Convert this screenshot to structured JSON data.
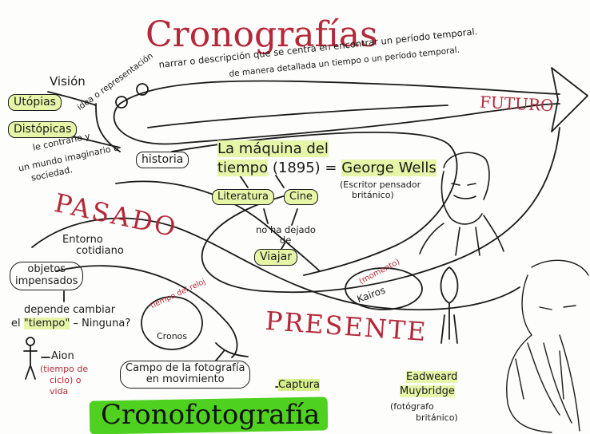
{
  "title": "Cronografías",
  "definition_line1": "narrar o descripción que se centra en encontrar un período temporal.",
  "definition_line2": "de manera detallada un tiempo o un período temporal.",
  "vision": "Visión",
  "idea_representacion": "idea o representación",
  "utopias": "Utópias",
  "distopicas": "Distópicas",
  "contrario_line1": "le contrario y",
  "contrario_line2": "un mundo imaginario o",
  "contrario_line3": "sociedad.",
  "historia": "historia",
  "futuro": "FUTURO",
  "pasado": "PASADO",
  "presente": "PRESENTE",
  "maquina_line1": "La máquina del",
  "maquina_line2": "tiempo",
  "maquina_year": "(1895) =",
  "george_wells": "George Wells",
  "escritor_line1": "(Escritor pensador",
  "escritor_line2": "británico)",
  "literatura": "Literatura",
  "cine": "Cine",
  "no_ha_line1": "no ha dejado",
  "no_ha_line2": "de",
  "viajar": "Viajar",
  "entorno_line1": "Entorno",
  "entorno_line2": "cotidiano",
  "objetos_line1": "objetos",
  "objetos_line2": "impensados",
  "depende_line1": "depende cambiar",
  "depende_el": "el",
  "depende_tiempo": "\"tiempo\"",
  "depende_rest": "– Ninguna?",
  "tiempo_reloj": "tiempo del reloj",
  "cronos": "Cronos",
  "momento": "(momento)",
  "kairos": "Kairos",
  "aion": "Aion",
  "aion_desc_line1": "(tiempo de",
  "aion_desc_line2": "ciclo) o",
  "aion_desc_line3": "vida",
  "campo_line1": "Campo de la fotografía",
  "campo_line2": "en movimiento",
  "captura": "Captura",
  "cronofotografia": "Cronofotografía",
  "eadweard_line1": "Eadweard",
  "eadweard_line2": "Muybridge",
  "fotografo_line1": "(fotógrafo",
  "fotografo_line2": "británico)",
  "colors": {
    "red": "#b5283a",
    "highlight": "#e6f5a8",
    "green": "#4fd11f",
    "ink": "#1a1a1a"
  },
  "icons": [
    "wells-portrait",
    "muybridge-portrait",
    "standing-figure-icon",
    "keyhole-balloon-icon"
  ]
}
